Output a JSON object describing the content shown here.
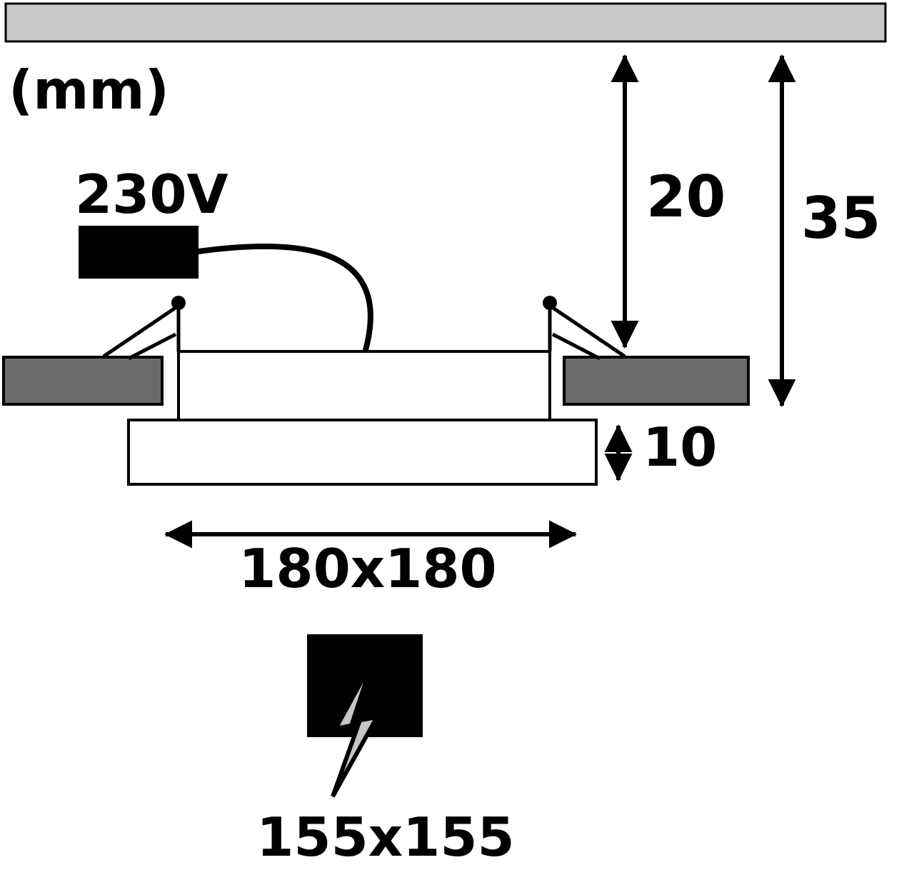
{
  "labels": {
    "units": "(mm)",
    "voltage": "230V",
    "recess_depth": "20",
    "total_depth": "35",
    "frame_height": "10",
    "panel_size": "180x180",
    "cutout_size": "155x155"
  },
  "colors": {
    "ceiling_gray": "#c8c8cb",
    "clip_gray": "#6b6b6b",
    "bolt_gray": "#c6c6c6",
    "line_black": "#000000",
    "background": "#ffffff"
  },
  "icons": {
    "cutout_symbol": "lightning-bolt-icon"
  }
}
